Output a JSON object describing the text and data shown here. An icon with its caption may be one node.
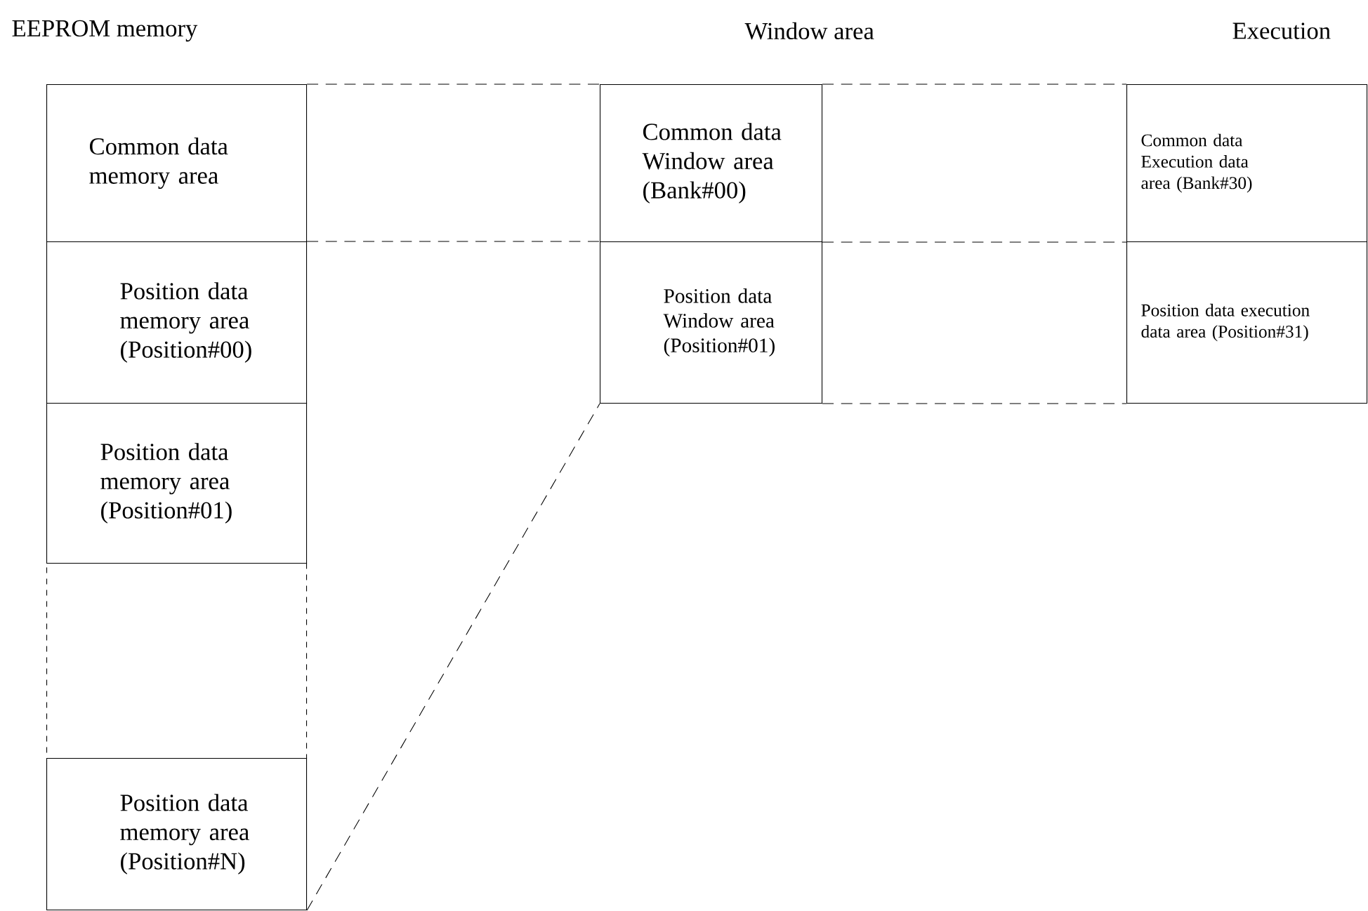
{
  "diagram": {
    "nodes": [
      {
        "text": [
          "Common data memory area"
        ]
      },
      {
        "text": [
          "Position data memory area (Position#00)"
        ]
      },
      {
        "text": [
          "Position data memory area (Position#01)"
        ]
      },
      {
        "text": [],
        "shape": "box"
      },
      {
        "text": [
          "Position data memory area (Position#N)"
        ]
      },
      {
        "text": [
          "Common data Window area (Bank#00)"
        ]
      },
      {
        "text": [
          "Position data Window area (Position#01)"
        ]
      },
      {
        "text": [
          "Common data Execution data area (Bank#30)"
        ]
      },
      {
        "text": [
          "Position data execution data area (Position#31)"
        ]
      }
    ],
    "edges": [
      {
        "from": 0,
        "to": 5,
        "arrow": "none",
        "style": "dashed"
      },
      {
        "from": 1,
        "to": 6,
        "arrow": "none",
        "style": "dashed"
      },
      {
        "from": 4,
        "to": 6,
        "arrow": "none",
        "style": "dashed"
      },
      {
        "from": 5,
        "to": 7,
        "arrow": "none",
        "style": "dashed"
      },
      {
        "from": 5,
        "to": 7,
        "arrow": "none",
        "style": "dashed"
      },
      {
        "from": 6,
        "to": 8,
        "arrow": "none",
        "style": "dashed"
      }
    ],
    "labels": [
      "EEPROM memory",
      "Window area",
      "Execution"
    ]
  }
}
